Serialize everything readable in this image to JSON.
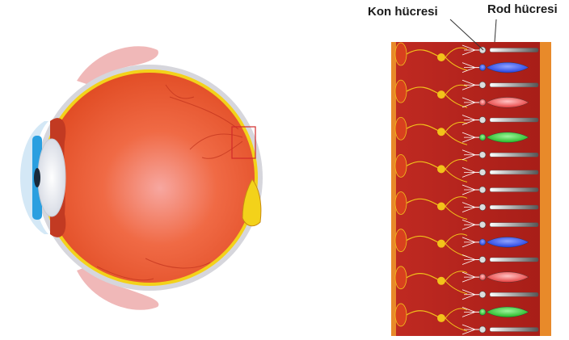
{
  "labels": {
    "cone": "Kon hücresi",
    "rod": "Rod hücresi"
  },
  "colors": {
    "background": "#ffffff",
    "eye_body": "#e8552e",
    "sclera": "#d6d6dc",
    "retina_line": "#f3d21a",
    "iris": "#2a9fe0",
    "retina_panel": "#b8261e",
    "cone_blue": "#1f3de0",
    "cone_green": "#1fb51f",
    "cone_red": "#e53a3a",
    "rod_gray": "#8a8a8a",
    "nerve": "#f2c21a"
  },
  "retina_cells": [
    {
      "type": "rod"
    },
    {
      "type": "cone",
      "color": "blue"
    },
    {
      "type": "rod"
    },
    {
      "type": "cone",
      "color": "red"
    },
    {
      "type": "rod"
    },
    {
      "type": "cone",
      "color": "green"
    },
    {
      "type": "rod"
    },
    {
      "type": "rod"
    },
    {
      "type": "rod"
    },
    {
      "type": "rod"
    },
    {
      "type": "rod"
    },
    {
      "type": "cone",
      "color": "blue"
    },
    {
      "type": "rod"
    },
    {
      "type": "cone",
      "color": "red"
    },
    {
      "type": "rod"
    },
    {
      "type": "cone",
      "color": "green"
    },
    {
      "type": "rod"
    }
  ]
}
